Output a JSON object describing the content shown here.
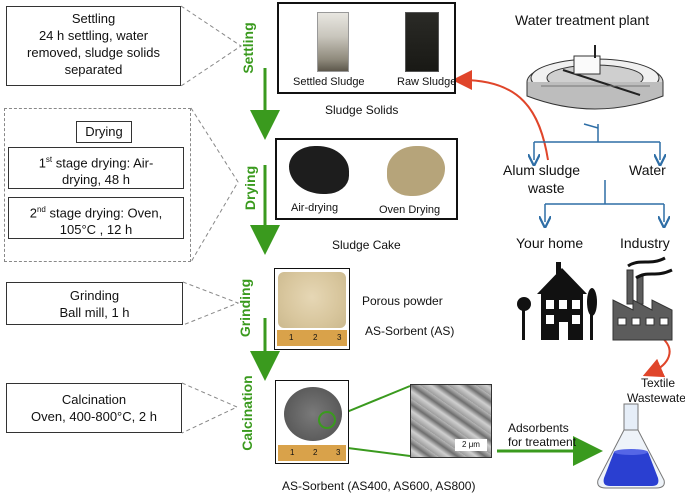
{
  "steps": {
    "settling": {
      "box_lines": [
        "Settling",
        "24 h settling, water",
        "removed,  sludge solids",
        "separated"
      ],
      "stage_label": "Settling",
      "photo_captions": {
        "left": "Settled Sludge",
        "right": "Raw Sludge"
      },
      "output": "Sludge Solids"
    },
    "drying": {
      "title": "Drying",
      "stage1": {
        "pre": "1",
        "sup": "st",
        "post": " stage drying: Air-",
        "line2": "drying, 48 h"
      },
      "stage2": {
        "pre": "2",
        "sup": "nd",
        "post": " stage drying: Oven,",
        "line2": "105°C , 12 h"
      },
      "stage_label": "Drying",
      "photo_captions": {
        "left": "Air-drying",
        "right": "Oven Drying"
      },
      "output": "Sludge Cake"
    },
    "grinding": {
      "box_lines": [
        "Grinding",
        "Ball mill, 1 h"
      ],
      "stage_label": "Grinding",
      "notes": [
        "Porous powder",
        "AS-Sorbent (AS)"
      ],
      "ruler": [
        "1",
        "2",
        "3"
      ]
    },
    "calcination": {
      "box_lines": [
        "Calcination",
        "Oven, 400-800°C, 2 h"
      ],
      "stage_label": "Calcination",
      "scale_bar": "2 μm",
      "ruler": [
        "1",
        "2",
        "3"
      ],
      "output": "AS-Sorbent  (AS400, AS600, AS800)"
    }
  },
  "plant": {
    "title": "Water treatment plant",
    "branches": [
      "Alum sludge",
      "waste",
      "Water"
    ],
    "uses": [
      "Your home",
      "Industry"
    ],
    "textile": [
      "Textile",
      "Wastewater"
    ],
    "adsorbents": [
      "Adsorbents",
      "for treatment"
    ]
  },
  "colors": {
    "green": "#3a9a1e",
    "blue": "#2e6ea6",
    "red": "#e0452a",
    "flask": "#2a3fd1"
  }
}
